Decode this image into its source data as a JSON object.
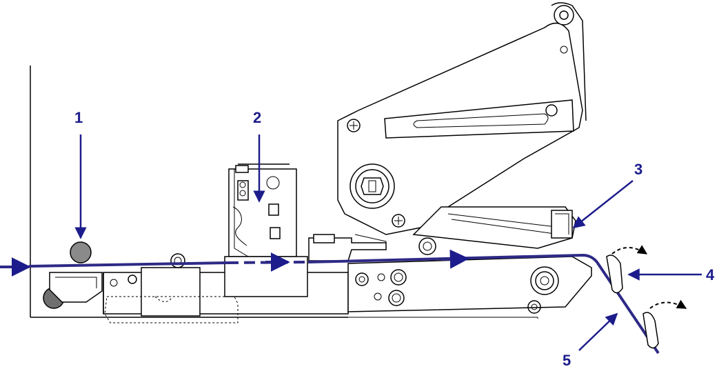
{
  "colors": {
    "media_path": "#2e2a86",
    "callout": "#1c1c8c",
    "line_art": "#000000",
    "roller_fill": "#8a8a8a",
    "background": "#ffffff"
  },
  "callouts": [
    {
      "label": "1"
    },
    {
      "label": "2"
    },
    {
      "label": "3"
    },
    {
      "label": "4"
    },
    {
      "label": "5"
    }
  ]
}
